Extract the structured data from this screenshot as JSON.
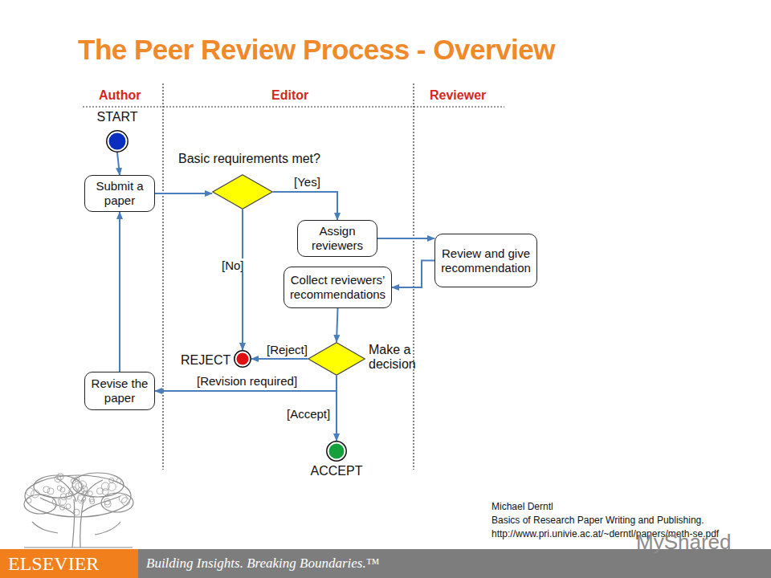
{
  "diagram": {
    "title": "The Peer Review Process - Overview",
    "nodes": [
      {
        "text": [
          "START"
        ]
      },
      {
        "text": [
          "Submit a paper"
        ]
      },
      {
        "text": [
          "Basic requirements met?"
        ]
      },
      {
        "text": [
          "Assign reviewers"
        ]
      },
      {
        "text": [
          "Review and give recommendation"
        ]
      },
      {
        "text": [
          "Collect reviewers’ recommendations"
        ]
      },
      {
        "text": [
          "Make a decision"
        ]
      },
      {
        "text": [
          "REJECT"
        ]
      },
      {
        "text": [
          "Revise the paper"
        ]
      },
      {
        "text": [
          "ACCEPT"
        ]
      }
    ],
    "edges": [
      {
        "from": 0,
        "to": 1,
        "arrow": "to"
      },
      {
        "from": 1,
        "to": 2,
        "arrow": "to"
      },
      {
        "from": 2,
        "to": 3,
        "label": "[Yes]",
        "arrow": "to"
      },
      {
        "from": 2,
        "to": 7,
        "label": "[No]",
        "arrow": "to"
      },
      {
        "from": 3,
        "to": 4,
        "arrow": "to"
      },
      {
        "from": 4,
        "to": 5,
        "arrow": "to"
      },
      {
        "from": 5,
        "to": 6,
        "arrow": "to"
      },
      {
        "from": 6,
        "to": 7,
        "label": "[Reject]",
        "arrow": "to"
      },
      {
        "from": 6,
        "to": 8,
        "label": "[Revision required]",
        "arrow": "to"
      },
      {
        "from": 6,
        "to": 9,
        "label": "[Accept]",
        "arrow": "to"
      },
      {
        "from": 8,
        "to": 1,
        "arrow": "to"
      }
    ],
    "labels": [
      "Author",
      "Editor",
      "Reviewer",
      "Michael Derntl",
      "Basics of Research Paper Writing and Publishing.",
      "http://www.pri.univie.ac.at/~derntl/papers/meth-se.pdf",
      "ELSEVIER",
      "Building Insights. Breaking Boundaries.™",
      "MyShared"
    ]
  }
}
